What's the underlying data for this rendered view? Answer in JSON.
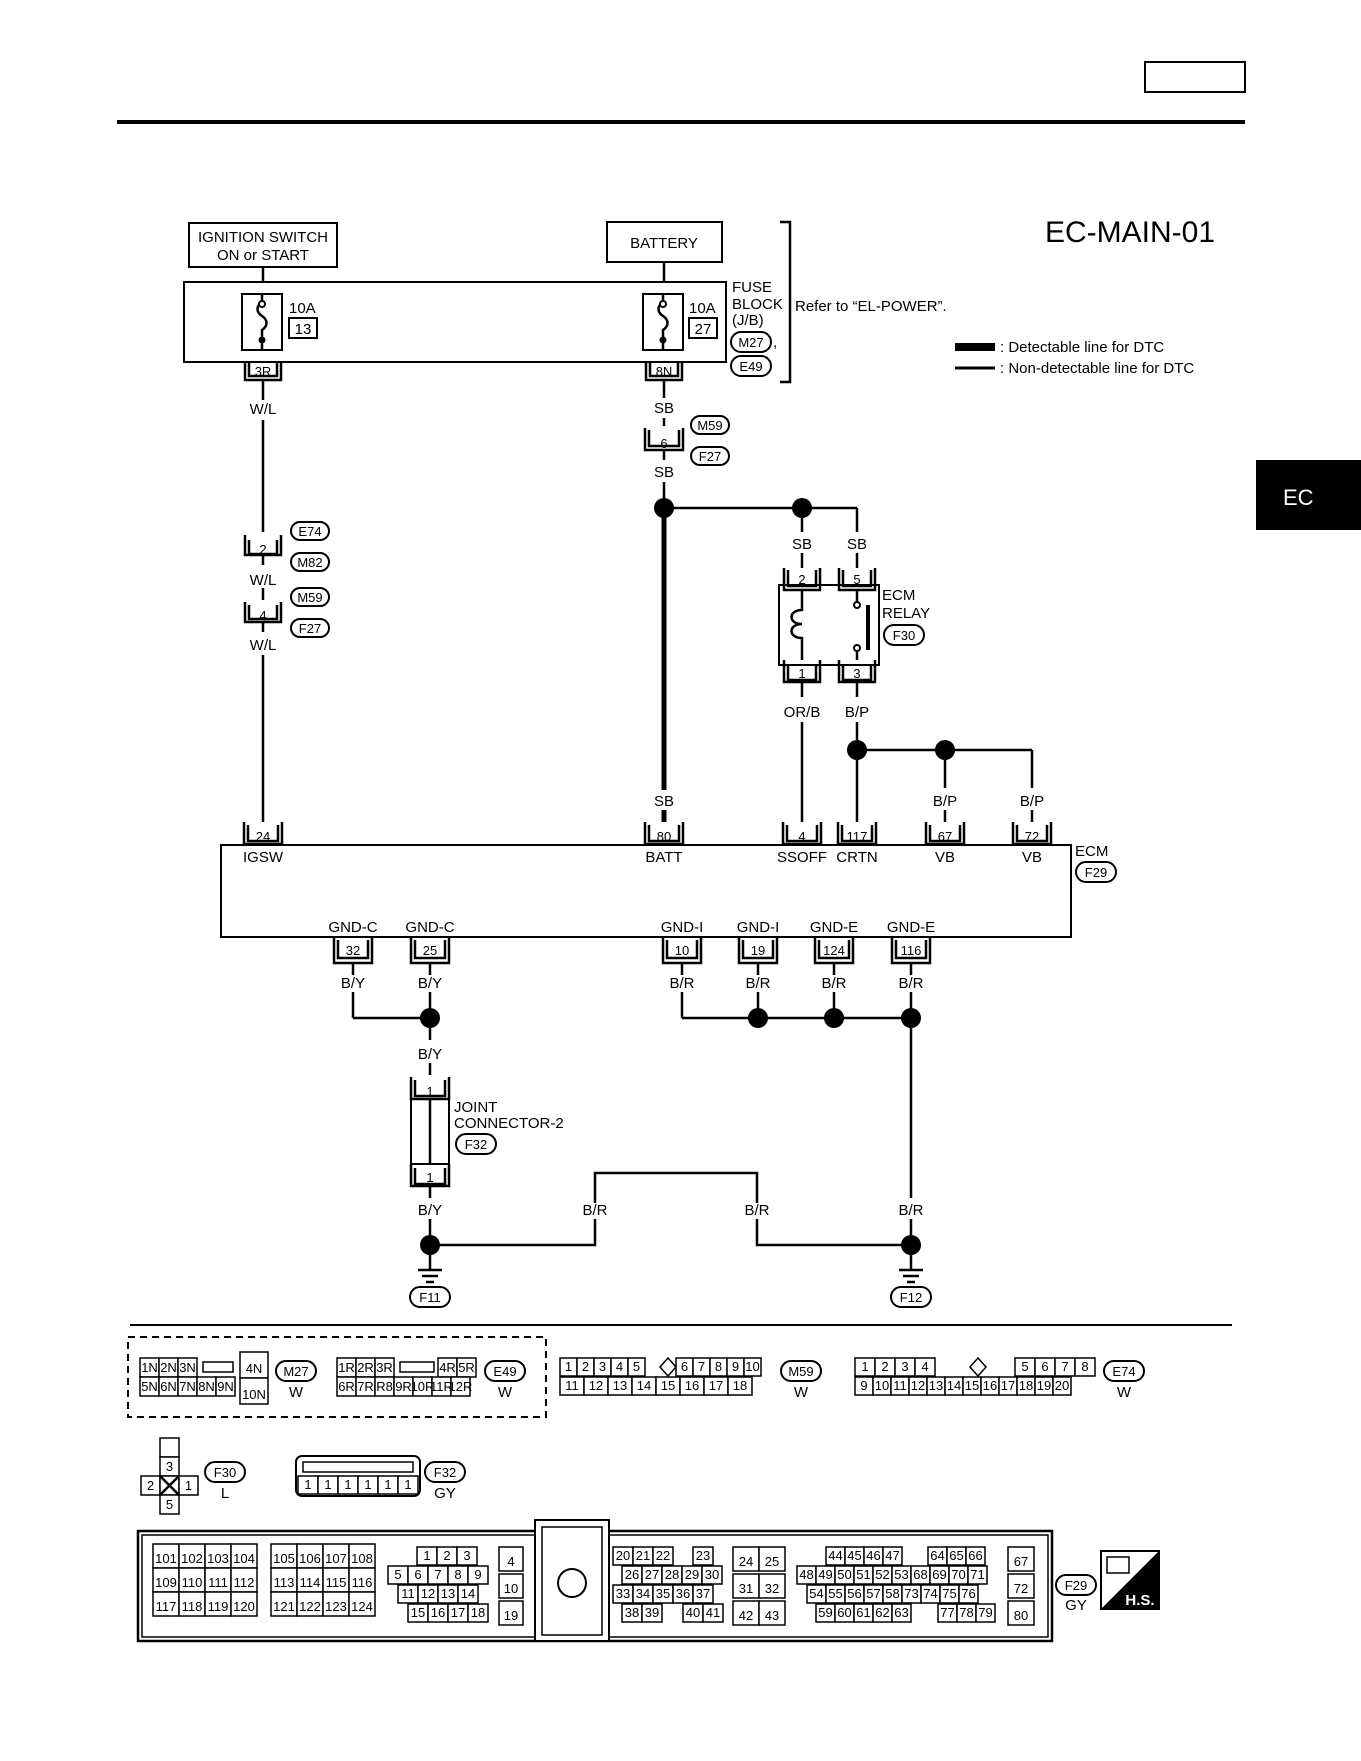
{
  "header": {
    "page_box": ""
  },
  "diagram": {
    "title": "EC-MAIN-01",
    "side_tab": "EC",
    "legend": {
      "detectable": ": Detectable line for DTC",
      "non_detectable": ": Non-detectable line for DTC"
    },
    "ignition_switch": {
      "line1": "IGNITION SWITCH",
      "line2": "ON or START"
    },
    "battery": "BATTERY",
    "fuse_block": {
      "label1": "FUSE",
      "label2": "BLOCK",
      "label3": "(J/B)",
      "conn1": "M27",
      "conn1_suffix": ",",
      "conn2": "E49",
      "refer": "Refer to “EL-POWER”.",
      "fuse_left": {
        "amp": "10A",
        "num": "13",
        "pin": "3R"
      },
      "fuse_right": {
        "amp": "10A",
        "num": "27",
        "pin": "8N"
      }
    },
    "wires": {
      "wl": "W/L",
      "sb": "SB",
      "orb": "OR/B",
      "bp": "B/P",
      "by": "B/Y",
      "br": "B/R"
    },
    "connectors": {
      "m59": "M59",
      "f27": "F27",
      "e74": "E74",
      "m82": "M82",
      "f30": "F30",
      "f32": "F32",
      "f29": "F29",
      "f11": "F11",
      "f12": "F12",
      "pin_6": "6",
      "pin_2": "2",
      "pin_4": "4"
    },
    "ecm_relay": {
      "line1": "ECM",
      "line2": "RELAY",
      "pin_2": "2",
      "pin_5": "5",
      "pin_1": "1",
      "pin_3": "3"
    },
    "ecm": {
      "label": "ECM",
      "top_pins": [
        {
          "pin": "24",
          "name": "IGSW"
        },
        {
          "pin": "80",
          "name": "BATT"
        },
        {
          "pin": "4",
          "name": "SSOFF"
        },
        {
          "pin": "117",
          "name": "CRTN"
        },
        {
          "pin": "67",
          "name": "VB"
        },
        {
          "pin": "72",
          "name": "VB"
        }
      ],
      "bottom_pins": [
        {
          "pin": "32",
          "name": "GND-C"
        },
        {
          "pin": "25",
          "name": "GND-C"
        },
        {
          "pin": "10",
          "name": "GND-I"
        },
        {
          "pin": "19",
          "name": "GND-I"
        },
        {
          "pin": "124",
          "name": "GND-E"
        },
        {
          "pin": "116",
          "name": "GND-E"
        }
      ]
    },
    "joint_connector": {
      "line1": "JOINT",
      "line2": "CONNECTOR-2",
      "pin_top": "1",
      "pin_bottom": "1"
    }
  },
  "connector_views": {
    "m27": {
      "name": "M27",
      "color": "W",
      "row1": [
        "1N",
        "2N",
        "3N",
        "",
        "4N"
      ],
      "row2": [
        "5N",
        "6N",
        "7N",
        "8N",
        "9N",
        "10N"
      ]
    },
    "e49": {
      "name": "E49",
      "color": "W",
      "row1": [
        "1R",
        "2R",
        "3R",
        "",
        "4R",
        "5R"
      ],
      "row2": [
        "6R",
        "7R",
        "R8",
        "9R",
        "10R",
        "11R",
        "12R"
      ]
    },
    "m59": {
      "name": "M59",
      "color": "W",
      "row1": [
        "1",
        "2",
        "3",
        "4",
        "5",
        "6",
        "7",
        "8",
        "9",
        "10"
      ],
      "row2": [
        "11",
        "12",
        "13",
        "14",
        "15",
        "16",
        "17",
        "18"
      ]
    },
    "e74": {
      "name": "E74",
      "color": "W",
      "row1": [
        "1",
        "2",
        "3",
        "4",
        "5",
        "6",
        "7",
        "8"
      ],
      "row2": [
        "9",
        "10",
        "11",
        "12",
        "13",
        "14",
        "15",
        "16",
        "17",
        "18",
        "19",
        "20"
      ]
    },
    "f30": {
      "name": "F30",
      "color": "L",
      "pins": [
        "3",
        "2",
        "1",
        "5"
      ]
    },
    "f32": {
      "name": "F32",
      "color": "GY",
      "pins": [
        "1",
        "1",
        "1",
        "1",
        "1",
        "1"
      ]
    },
    "f29": {
      "name": "F29",
      "color": "GY",
      "hs": "H.S.",
      "blockA": [
        [
          "101",
          "102",
          "103",
          "104"
        ],
        [
          "109",
          "110",
          "111",
          "112"
        ],
        [
          "117",
          "118",
          "119",
          "120"
        ]
      ],
      "blockB": [
        [
          "105",
          "106",
          "107",
          "108"
        ],
        [
          "113",
          "114",
          "115",
          "116"
        ],
        [
          "121",
          "122",
          "123",
          "124"
        ]
      ],
      "blockC": [
        [
          "1",
          "2",
          "3"
        ],
        [
          "5",
          "6",
          "7",
          "8",
          "9"
        ],
        [
          "11",
          "12",
          "13",
          "14"
        ],
        [
          "15",
          "16",
          "17",
          "18"
        ]
      ],
      "blockD": [
        "4",
        "10",
        "19"
      ],
      "blockE": [
        [
          "20",
          "21",
          "22",
          "23"
        ],
        [
          "26",
          "27",
          "28",
          "29",
          "30"
        ],
        [
          "33",
          "34",
          "35",
          "36",
          "37"
        ],
        [
          "38",
          "39",
          "40",
          "41"
        ]
      ],
      "blockF": [
        [
          "24",
          "25"
        ],
        [
          "31",
          "32"
        ],
        [
          "42",
          "43"
        ]
      ],
      "blockG": [
        [
          "44",
          "45",
          "46",
          "47",
          "64",
          "65",
          "66"
        ],
        [
          "48",
          "49",
          "50",
          "51",
          "52",
          "53",
          "68",
          "69",
          "70",
          "71"
        ],
        [
          "54",
          "55",
          "56",
          "57",
          "58",
          "73",
          "74",
          "75",
          "76"
        ],
        [
          "59",
          "60",
          "61",
          "62",
          "63",
          "77",
          "78",
          "79"
        ]
      ],
      "blockH": [
        "67",
        "72",
        "80"
      ]
    }
  }
}
